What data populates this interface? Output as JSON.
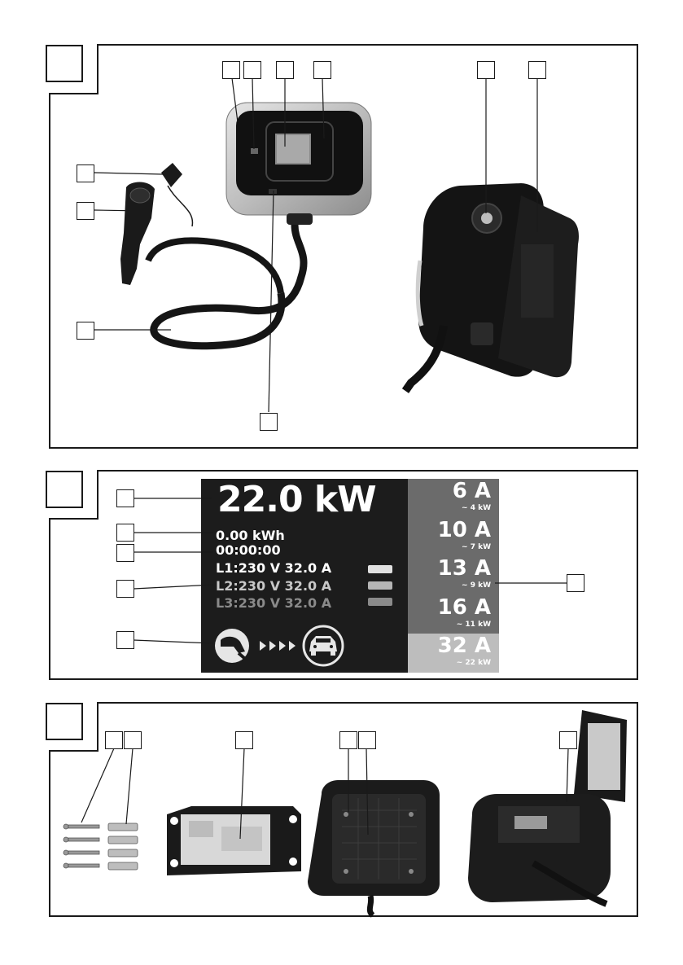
{
  "display": {
    "power": "22.0 kW",
    "energy": "0.00   kWh",
    "duration": "00:00:00",
    "phases": [
      {
        "label": "L1:",
        "voltage": "230 V",
        "current": "32.0 A"
      },
      {
        "label": "L2:",
        "voltage": "230 V",
        "current": "32.0 A"
      },
      {
        "label": "L3:",
        "voltage": "230 V",
        "current": "32.0 A"
      }
    ],
    "currents": [
      {
        "amps": "6 A",
        "kw": "~ 4 kW",
        "active": false
      },
      {
        "amps": "10 A",
        "kw": "~ 7 kW",
        "active": false
      },
      {
        "amps": "13 A",
        "kw": "~ 9 kW",
        "active": false
      },
      {
        "amps": "16 A",
        "kw": "~ 11 kW",
        "active": false
      },
      {
        "amps": "32 A",
        "kw": "~ 22 kW",
        "active": true
      }
    ],
    "colors": {
      "background": "#1c1c1c",
      "selector": "#6b6b6b",
      "selected": "#bdbdbd"
    }
  },
  "icons": [
    "plug-connector-icon",
    "arrows-icon",
    "car-icon"
  ]
}
